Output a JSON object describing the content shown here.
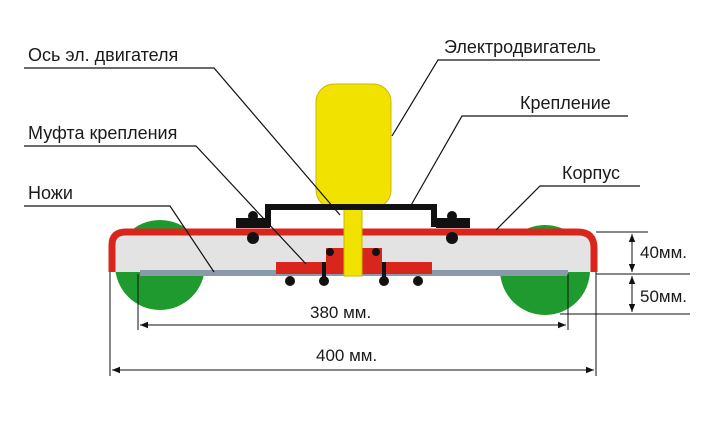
{
  "labels": {
    "motor_axis": "Ось эл. двигателя",
    "motor": "Электродвигатель",
    "coupling": "Муфта крепления",
    "mount": "Крепление",
    "knives": "Ножи",
    "housing": "Корпус"
  },
  "dimensions": {
    "width_inner": "380 мм.",
    "width_outer": "400 мм.",
    "height_housing": "40мм.",
    "height_wheel": "50мм."
  },
  "colors": {
    "motor": "#f2e200",
    "shaft": "#f2e200",
    "housing": "#d9261c",
    "housing_fill": "#e3e3e3",
    "wheels": "#1f9a2e",
    "knife": "#8a9aa8",
    "mount": "#111111"
  }
}
